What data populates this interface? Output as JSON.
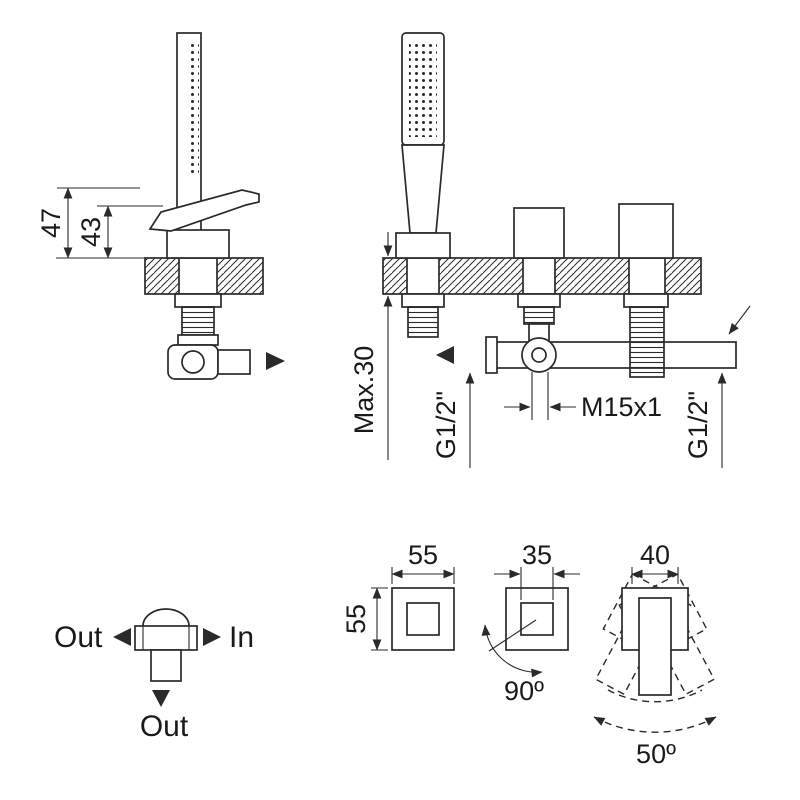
{
  "drawing": {
    "side_view": {
      "dim_height_full": "47",
      "dim_height_handle": "43"
    },
    "front_view": {
      "dim_deck_max": "Max.30",
      "thread_left": "G1/2\"",
      "thread_center": "M15x1",
      "thread_right": "G1/2\""
    },
    "top_views": {
      "plate_width": "55",
      "plate_depth": "55",
      "center_handle_width": "35",
      "right_handle_width": "40",
      "swivel_center": "90º",
      "swivel_right": "50º"
    },
    "flow": {
      "out_left": "Out",
      "in_right": "In",
      "out_bottom": "Out"
    }
  }
}
